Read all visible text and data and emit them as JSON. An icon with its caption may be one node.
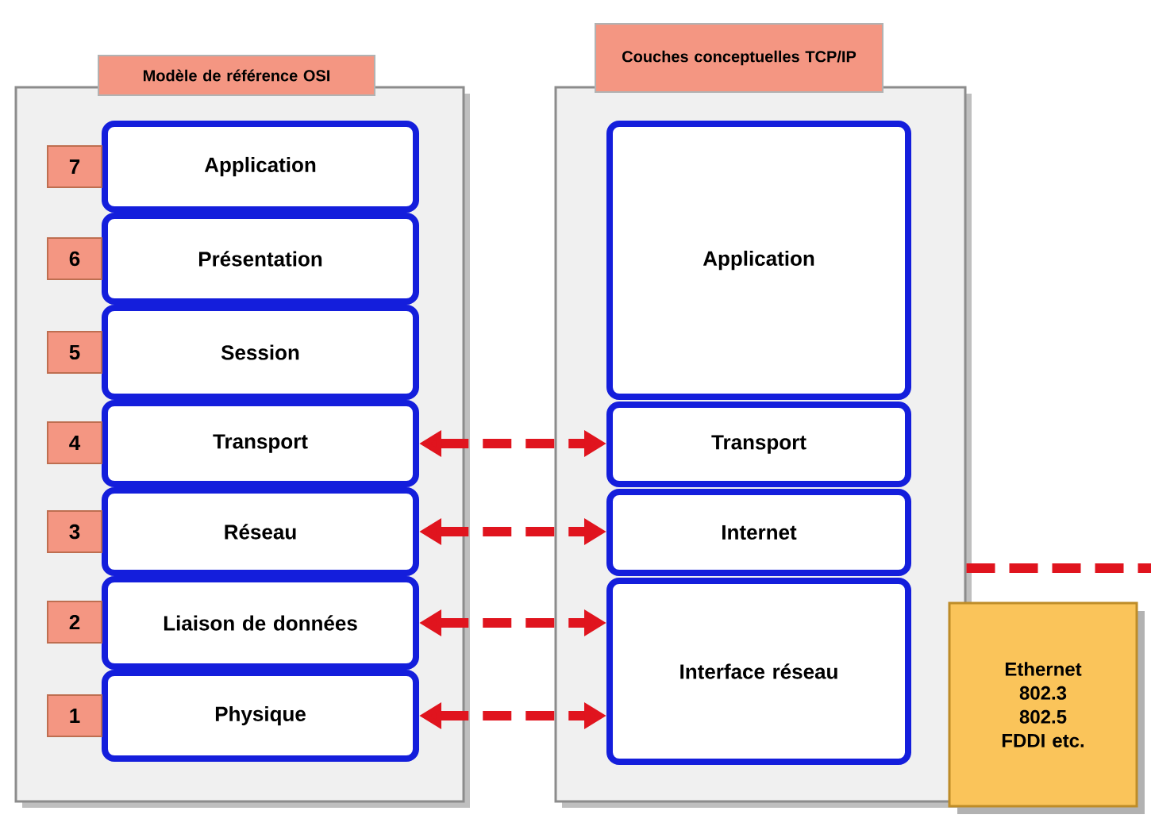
{
  "diagram": {
    "nodes": [
      {
        "text": [
          "Modèle de référence OSI"
        ]
      },
      {
        "text": [
          "Application"
        ],
        "in": 0
      },
      {
        "text": [
          "Présentation"
        ],
        "in": 0
      },
      {
        "text": [
          "Session"
        ],
        "in": 0
      },
      {
        "text": [
          "Transport"
        ],
        "in": 0
      },
      {
        "text": [
          "Réseau"
        ],
        "in": 0
      },
      {
        "text": [
          "Liaison de données"
        ],
        "in": 0
      },
      {
        "text": [
          "Physique"
        ],
        "in": 0
      },
      {
        "text": [
          "7"
        ],
        "in": 0
      },
      {
        "text": [
          "6"
        ],
        "in": 0
      },
      {
        "text": [
          "5"
        ],
        "in": 0
      },
      {
        "text": [
          "4"
        ],
        "in": 0
      },
      {
        "text": [
          "3"
        ],
        "in": 0
      },
      {
        "text": [
          "2"
        ],
        "in": 0
      },
      {
        "text": [
          "1"
        ],
        "in": 0
      },
      {
        "text": [
          "Couches conceptuelles TCP/IP"
        ]
      },
      {
        "text": [
          "Application"
        ],
        "in": 15
      },
      {
        "text": [
          "Transport"
        ],
        "in": 15
      },
      {
        "text": [
          "Internet"
        ],
        "in": 15
      },
      {
        "text": [
          "Interface réseau"
        ],
        "in": 15
      },
      {
        "text": [
          "Ethernet 802.3 802.5 FDDI etc."
        ]
      }
    ],
    "edges": [
      {
        "from": 4,
        "to": 17,
        "arrow": "both",
        "style": "dashed"
      },
      {
        "from": 5,
        "to": 18,
        "arrow": "both",
        "style": "dashed"
      },
      {
        "from": 6,
        "to": 19,
        "arrow": "both",
        "style": "dashed"
      },
      {
        "from": 7,
        "to": 19,
        "arrow": "both",
        "style": "dashed"
      },
      {
        "from": 15,
        "to": null,
        "arrow": "none",
        "style": "dashed"
      }
    ]
  }
}
